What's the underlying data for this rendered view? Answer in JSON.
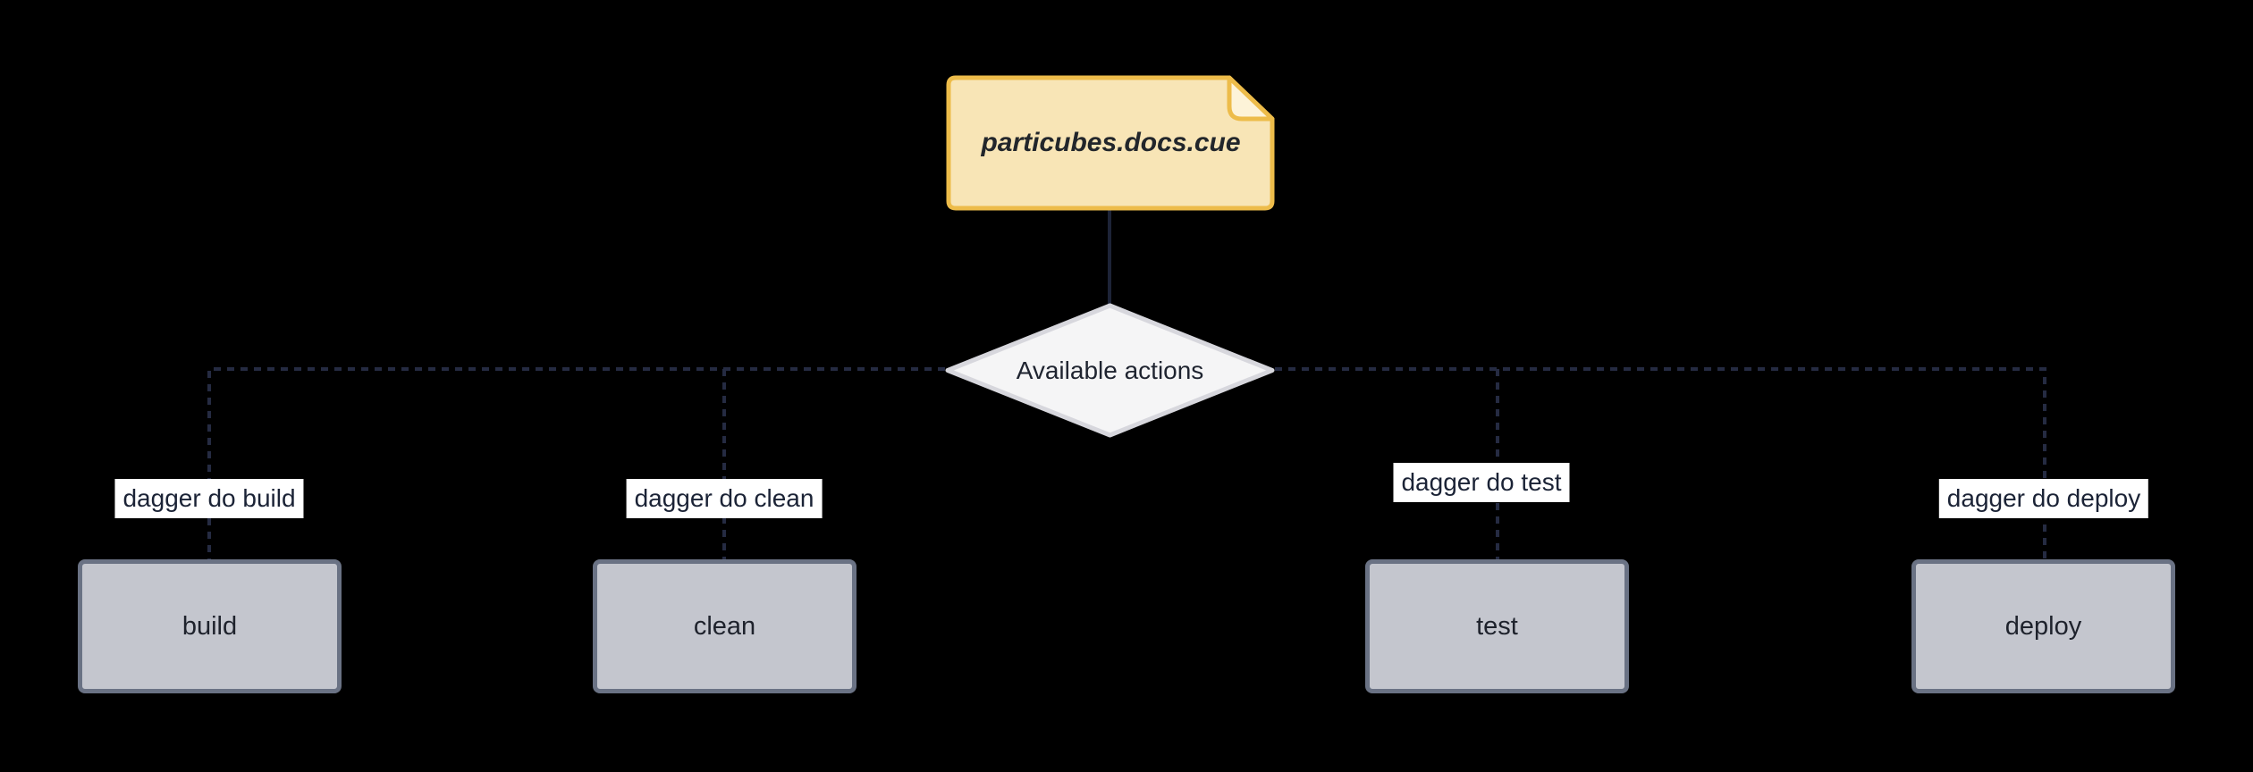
{
  "diagram": {
    "type": "flowchart",
    "background_color": "#000000",
    "colors": {
      "edge_solid": "#1d2337",
      "edge_dashed": "#252b42",
      "note_fill": "#f8e5b6",
      "note_fold_fill": "#fdf3d8",
      "note_border": "#edbc4a",
      "diamond_fill": "#f5f5f6",
      "diamond_border": "#d7d7dd",
      "action_box_fill": "#c4c6ce",
      "action_box_border": "#6a7284",
      "edge_label_background": "#ffffff",
      "edge_label_text": "#1b2336"
    },
    "nodes": {
      "source_file": {
        "label": "particubes.docs.cue",
        "shape": "note"
      },
      "available_actions": {
        "label": "Available actions",
        "shape": "diamond"
      },
      "build": {
        "label": "build",
        "shape": "rect"
      },
      "clean": {
        "label": "clean",
        "shape": "rect"
      },
      "test": {
        "label": "test",
        "shape": "rect"
      },
      "deploy": {
        "label": "deploy",
        "shape": "rect"
      }
    },
    "edges": [
      {
        "from": "source_file",
        "to": "available_actions",
        "label": "",
        "style": "solid"
      },
      {
        "from": "available_actions",
        "to": "build",
        "label": "dagger do build",
        "style": "dashed"
      },
      {
        "from": "available_actions",
        "to": "clean",
        "label": "dagger do clean",
        "style": "dashed"
      },
      {
        "from": "available_actions",
        "to": "test",
        "label": "dagger do test",
        "style": "dashed"
      },
      {
        "from": "available_actions",
        "to": "deploy",
        "label": "dagger do deploy",
        "style": "dashed"
      }
    ]
  }
}
